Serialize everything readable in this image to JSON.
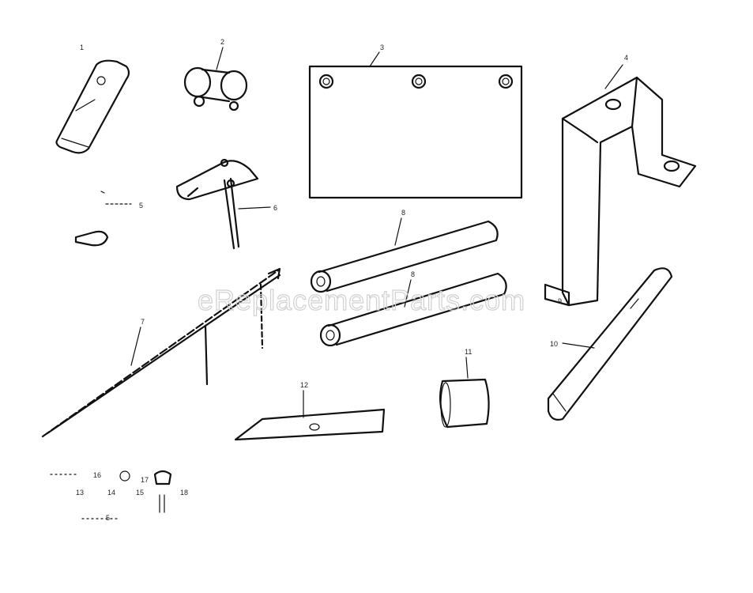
{
  "watermark": "eReplacementParts.com",
  "callouts": {
    "c1": "1",
    "c2": "2",
    "c3": "3",
    "c4": "4",
    "c5a": "5",
    "c5b": "5",
    "c6": "6",
    "c7": "7",
    "c8a": "8",
    "c8b": "8",
    "c9": "9",
    "c10": "10",
    "c11": "11",
    "c12": "12",
    "c13": "13",
    "c14": "14",
    "c15": "15",
    "c16": "16",
    "c17": "17",
    "c18": "18"
  }
}
